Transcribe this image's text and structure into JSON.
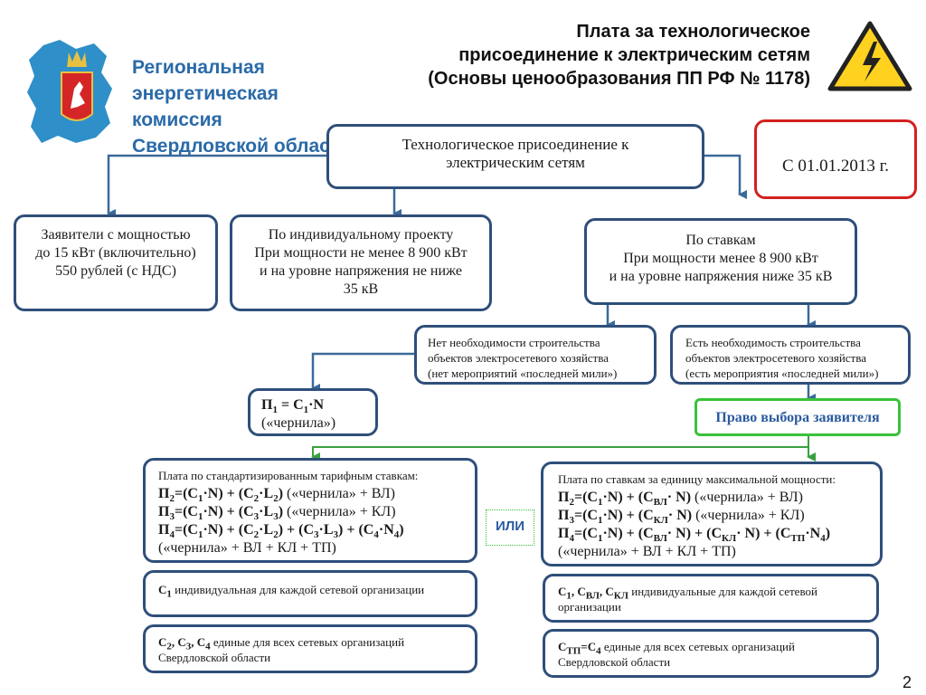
{
  "logo": {
    "line1": "Региональная",
    "line2": "энергетическая комиссия",
    "line3": "Свердловской области"
  },
  "title": {
    "line1": "Плата за  технологическое",
    "line2": "присоединение к электрическим сетям",
    "line3": "(Основы ценообразования ПП РФ № 1178)"
  },
  "root": {
    "line1": "Технологическое присоединение к",
    "line2": "электрическим сетям"
  },
  "date_label": "С 01.01.2013 г.",
  "small_applicants": {
    "line1": "Заявители с мощностью",
    "line2": "до 15 кВт (включительно)",
    "line3": "550 рублей (с НДС)"
  },
  "individual": {
    "line1": "По индивидуальному проекту",
    "line2": "При мощности не менее 8 900 кВт",
    "line3": "и на уровне напряжения не ниже",
    "line4": "35 кВ"
  },
  "rates": {
    "line1": "По ставкам",
    "line2": "При мощности менее 8 900 кВт",
    "line3": "и на уровне напряжения ниже 35 кВ"
  },
  "no_build": {
    "line1": "Нет необходимости строительства",
    "line2": "объектов электросетевого хозяйства",
    "line3": "(нет мероприятий «последней мили»)"
  },
  "need_build": {
    "line1": "Есть необходимость строительства",
    "line2": "объектов электросетевого хозяйства",
    "line3": "(есть мероприятия «последней мили»)"
  },
  "p1": {
    "main": "П",
    "sub1": "1",
    "eq": " = С",
    "sub2": "1",
    "tail": "·N",
    "caption": "(«чернила»)"
  },
  "choice": "Право выбора заявителя",
  "ili": "ИЛИ",
  "left_tariff": {
    "heading": "Плата по стандартизированным тарифным ставкам:",
    "f1_a": "П",
    "f1_s1": "2",
    "f1_b": "=(С",
    "f1_s2": "1",
    "f1_c": "·N) + (С",
    "f1_s3": "2",
    "f1_d": "·L",
    "f1_s4": "2",
    "f1_e": ")",
    "f1_f": " («чернила» + ВЛ)",
    "f2_a": "П",
    "f2_s1": "3",
    "f2_b": "=(С",
    "f2_s2": "1",
    "f2_c": "·N) + (С",
    "f2_s3": "3",
    "f2_d": "·L",
    "f2_s4": "3",
    "f2_e": ")",
    "f2_f": " («чернила» + КЛ)",
    "f3_a": "П",
    "f3_s1": "4",
    "f3_b": "=(С",
    "f3_s2": "1",
    "f3_c": "·N) + (С",
    "f3_s3": "2",
    "f3_d": "·L",
    "f3_s4": "2",
    "f3_e": ") + (С",
    "f3_s5": "3",
    "f3_f": "·L",
    "f3_s6": "3",
    "f3_g": ") + (С",
    "f3_s7": "4",
    "f3_h": "·N",
    "f3_s8": "4",
    "f3_i": ")",
    "caption": "(«чернила» + ВЛ + КЛ + ТП)"
  },
  "right_tariff": {
    "heading": "Плата по ставкам за единицу максимальной мощности:",
    "f1_a": "П",
    "f1_s1": "2",
    "f1_b": "=(С",
    "f1_s2": "1",
    "f1_c": "·N) + (С",
    "f1_s3": "ВЛ",
    "f1_d": "· N)",
    "f1_e": " («чернила» + ВЛ)",
    "f2_a": "П",
    "f2_s1": "3",
    "f2_b": "=(С",
    "f2_s2": "1",
    "f2_c": "·N) + (С",
    "f2_s3": "КЛ",
    "f2_d": "· N)",
    "f2_e": " («чернила» + КЛ)",
    "f3_a": "П",
    "f3_s1": "4",
    "f3_b": "=(С",
    "f3_s2": "1",
    "f3_c": "·N) + (С",
    "f3_s3": "ВЛ",
    "f3_d": "· N) + (С",
    "f3_s4": "КЛ",
    "f3_e": "· N) + (С",
    "f3_s5": "ТП",
    "f3_f": "·N",
    "f3_s6": "4",
    "f3_g": ")",
    "caption": "(«чернила» + ВЛ + КЛ + ТП)"
  },
  "left_note1": {
    "c": "С",
    "s": "1",
    "text": " индивидуальная для каждой сетевой организации"
  },
  "left_note2": {
    "c1": "С",
    "s1": "2",
    "sep1": ", С",
    "s2": "3",
    "sep2": ", С",
    "s3": "4",
    "text": " единые для всех сетевых организаций",
    "line2": "Свердловской области"
  },
  "right_note1": {
    "c1": "С",
    "s1": "1",
    "sep1": ", С",
    "s2": "ВЛ",
    "sep2": ",  С",
    "s3": "КЛ",
    "text": " индивидуальные для каждой сетевой",
    "line2": "организации"
  },
  "right_note2": {
    "c1": "С",
    "s1": "ТП",
    "eq": "=С",
    "s2": "4",
    "text": " единые для всех сетевых организаций",
    "line2": "Свердловской области"
  },
  "page_number": "2",
  "colors": {
    "box_border": "#2f4f7a",
    "arrow": "#3a6a9a",
    "date_border": "#d42020",
    "choice_border": "#39c239",
    "choice_text": "#2a5aa0",
    "logo_blue": "#2a6aa8",
    "warning_yellow": "#ffd21f"
  },
  "icons": {
    "logo": "sverdlovsk-region-map-emblem",
    "warning": "high-voltage-warning-icon"
  }
}
